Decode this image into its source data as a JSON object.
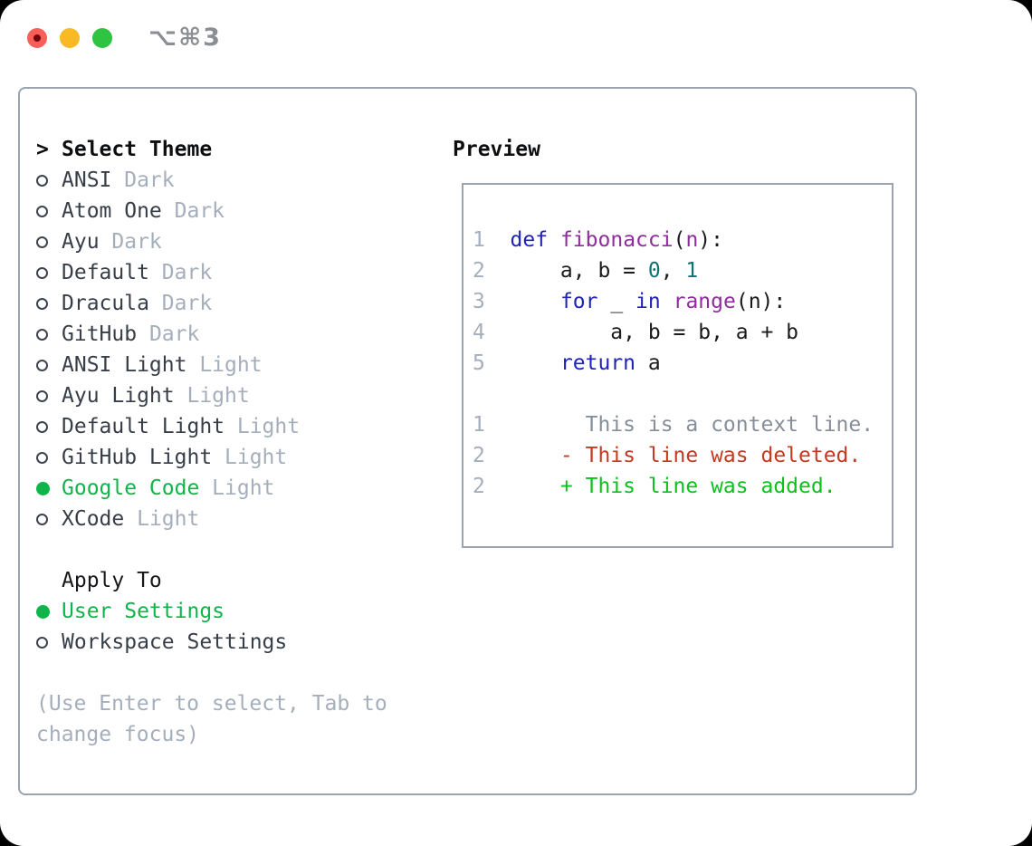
{
  "colors": {
    "tl-red": "#f85f58",
    "tl-yellow": "#f8b922",
    "tl-green": "#2fc342",
    "titlebar-gray": "#8b8e93",
    "border-gray": "#9ba3af",
    "header-dark": "#0d0e10",
    "text-dark": "#373e48",
    "muted": "#a5aebb",
    "accent-green": "#10b44a",
    "line-number": "#a5aebb",
    "context-gray": "#868e99",
    "diff-red": "#c43a20",
    "diff-green": "#0bc11c",
    "syntax-plain": "#1a1b1e",
    "syntax-keyword": "#2023b8",
    "syntax-function": "#8f2d9e",
    "syntax-number": "#0b7474"
  },
  "window": {
    "titlebar": {
      "shortcut_label": "⌥⌘3"
    }
  },
  "theme_panel": {
    "header_prefix": ">",
    "header": "Select Theme",
    "themes": [
      {
        "name": "ANSI",
        "variant": "Dark",
        "selected": false
      },
      {
        "name": "Atom One",
        "variant": "Dark",
        "selected": false
      },
      {
        "name": "Ayu",
        "variant": "Dark",
        "selected": false
      },
      {
        "name": "Default",
        "variant": "Dark",
        "selected": false
      },
      {
        "name": "Dracula",
        "variant": "Dark",
        "selected": false
      },
      {
        "name": "GitHub",
        "variant": "Dark",
        "selected": false
      },
      {
        "name": "ANSI Light",
        "variant": "Light",
        "selected": false
      },
      {
        "name": "Ayu Light",
        "variant": "Light",
        "selected": false
      },
      {
        "name": "Default Light",
        "variant": "Light",
        "selected": false
      },
      {
        "name": "GitHub Light",
        "variant": "Light",
        "selected": false
      },
      {
        "name": "Google Code",
        "variant": "Light",
        "selected": true
      },
      {
        "name": "XCode",
        "variant": "Light",
        "selected": false
      }
    ],
    "apply_to": {
      "header": "Apply To",
      "options": [
        {
          "name": "User Settings",
          "selected": true
        },
        {
          "name": "Workspace Settings",
          "selected": false
        }
      ]
    },
    "hint_line1": "(Use Enter to select, Tab to",
    "hint_line2": "change focus)"
  },
  "preview": {
    "header": "Preview",
    "lines": [
      {
        "num": "1",
        "kind": "code",
        "tokens": [
          {
            "t": " ",
            "c": "pl"
          },
          {
            "t": "def",
            "c": "kw"
          },
          {
            "t": " ",
            "c": "pl"
          },
          {
            "t": "fibonacci",
            "c": "fn"
          },
          {
            "t": "(",
            "c": "pl"
          },
          {
            "t": "n",
            "c": "fn"
          },
          {
            "t": "):",
            "c": "pl"
          }
        ]
      },
      {
        "num": "2",
        "kind": "code",
        "tokens": [
          {
            "t": "     a, b = ",
            "c": "pl"
          },
          {
            "t": "0",
            "c": "num"
          },
          {
            "t": ", ",
            "c": "pl"
          },
          {
            "t": "1",
            "c": "num"
          }
        ]
      },
      {
        "num": "3",
        "kind": "code",
        "tokens": [
          {
            "t": "     ",
            "c": "pl"
          },
          {
            "t": "for",
            "c": "kw"
          },
          {
            "t": " _ ",
            "c": "pl"
          },
          {
            "t": "in",
            "c": "kw"
          },
          {
            "t": " ",
            "c": "pl"
          },
          {
            "t": "range",
            "c": "fn"
          },
          {
            "t": "(n):",
            "c": "pl"
          }
        ]
      },
      {
        "num": "4",
        "kind": "code",
        "tokens": [
          {
            "t": "         a, b = b, a + b",
            "c": "pl"
          }
        ]
      },
      {
        "num": "5",
        "kind": "code",
        "tokens": [
          {
            "t": "     ",
            "c": "pl"
          },
          {
            "t": "return",
            "c": "kw"
          },
          {
            "t": " a",
            "c": "pl"
          }
        ]
      },
      {
        "num": "",
        "kind": "blank",
        "tokens": []
      },
      {
        "num": "1",
        "kind": "diff-context",
        "tokens": [
          {
            "t": "       This is a context line.",
            "c": "ctx"
          }
        ]
      },
      {
        "num": "2",
        "kind": "diff-deleted",
        "tokens": [
          {
            "t": "     - This line was deleted.",
            "c": "del"
          }
        ]
      },
      {
        "num": "2",
        "kind": "diff-added",
        "tokens": [
          {
            "t": "     + This line was added.",
            "c": "add"
          }
        ]
      }
    ]
  }
}
